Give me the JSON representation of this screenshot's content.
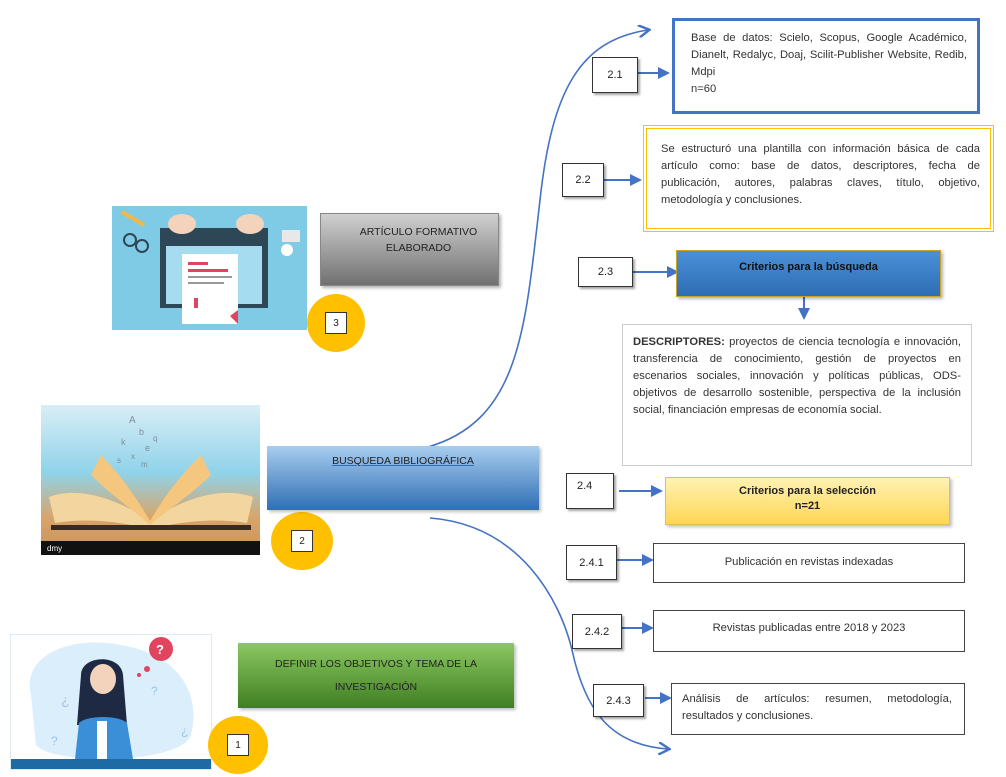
{
  "diagram": {
    "steps": [
      {
        "number": "1",
        "label": "DEFINIR LOS OBJETIVOS Y TEMA DE LA INVESTIGACIÓN",
        "color": "#5a9a2e",
        "illustration": "woman-thinking-question-marks"
      },
      {
        "number": "2",
        "label": "BUSQUEDA BIBLIOGRÁFICA",
        "color": "#3f7fc4",
        "illustration": "open-book-letters"
      },
      {
        "number": "3",
        "label": "ARTÍCULO FORMATIVO ELABORADO",
        "color": "#8c8c8c",
        "illustration": "laptop-document-hands"
      }
    ],
    "substeps": [
      {
        "id": "2.1",
        "text": "Base de datos: Scielo, Scopus, Google Académico, Dianelt, Redalyc, Doaj, Scilit-Publisher Website, Redib, Mdpi",
        "count": "n=60",
        "border_color": "#4472c4"
      },
      {
        "id": "2.2",
        "text": "Se estructuró una plantilla con información básica de cada artículo como: base de datos, descriptores, fecha de publicación, autores, palabras claves, título, objetivo, metodología y conclusiones.",
        "border_color": "#ffc000"
      },
      {
        "id": "2.3",
        "label": "Criterios para la búsqueda",
        "descriptors_title": "DESCRIPTORES:",
        "descriptors_text": " proyectos de ciencia tecnología e innovación, transferencia de conocimiento, gestión de proyectos en escenarios sociales, innovación y políticas públicas, ODS- objetivos de desarrollo sostenible, perspectiva de la inclusión social, financiación empresas de economía social."
      },
      {
        "id": "2.4",
        "label": "Criterios para la selección",
        "count": "n=21"
      },
      {
        "id": "2.4.1",
        "text": "Publicación en revistas indexadas"
      },
      {
        "id": "2.4.2",
        "text": "Revistas publicadas entre 2018 y 2023"
      },
      {
        "id": "2.4.3",
        "text": "Análisis de artículos: resumen, metodología, resultados y conclusiones."
      }
    ],
    "connector_color": "#4472c4"
  }
}
